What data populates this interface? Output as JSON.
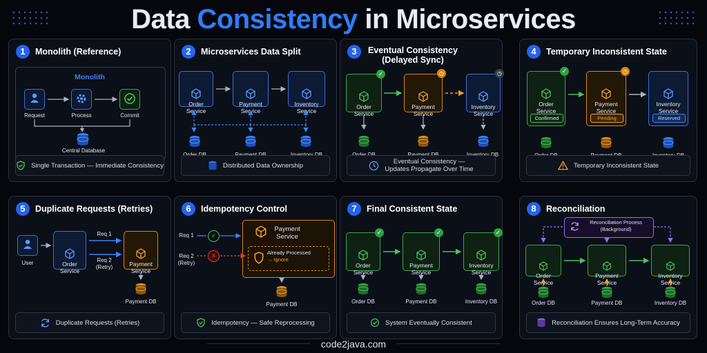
{
  "title": {
    "part1": "Data ",
    "highlight": "Consistency",
    "part2": " in Microservices"
  },
  "footer": "code2java.com",
  "colors": {
    "accent": "#2f7df6",
    "blue": "#3b6fd6",
    "green": "#3aa64a",
    "orange": "#d9860f",
    "red": "#e03a3a",
    "purple": "#9b6bf0"
  },
  "panels": [
    {
      "num": "1",
      "title": "Monolith (Reference)",
      "inner_title": "Monolith",
      "nodes": [
        "Request",
        "Process",
        "Commit"
      ],
      "db": "Central Database",
      "footer": "Single Transaction — Immediate Consistency"
    },
    {
      "num": "2",
      "title": "Microservices Data Split",
      "services": [
        "Order\nService",
        "Payment\nService",
        "Inventory\nService"
      ],
      "dbs": [
        "Order DB",
        "Payment DB",
        "Inventory DB"
      ],
      "footer": "Distributed Data Ownership"
    },
    {
      "num": "3",
      "title_line1": "Eventual Consistency",
      "title_line2": "(Delayed Sync)",
      "services": [
        "Order\nService",
        "Payment\nService",
        "Inventory\nService"
      ],
      "dbs": [
        "Order DB",
        "Payment DB",
        "Inventory DB"
      ],
      "footer_line1": "Eventual Consistency —",
      "footer_line2": "Updates Propagate Over Time"
    },
    {
      "num": "4",
      "title": "Temporary Inconsistent State",
      "services": [
        "Order\nService",
        "Payment\nService",
        "Inventory\nService"
      ],
      "states": [
        "Confirmed",
        "Pending",
        "Reserved"
      ],
      "dbs": [
        "Order DB",
        "Payment DB",
        "Inventory DB"
      ],
      "footer": "Temporary Inconsistent State"
    },
    {
      "num": "5",
      "title": "Duplicate Requests (Retries)",
      "user": "User",
      "order": "Order\nService",
      "req1": "Req 1",
      "req2_line1": "Req 2",
      "req2_line2": "(Retry)",
      "payment": "Payment\nService",
      "db": "Payment DB",
      "footer": "Duplicate Requests (Retries)"
    },
    {
      "num": "6",
      "title": "Idempotency Control",
      "req1": "Req 1",
      "req2_line1": "Req 2",
      "req2_line2": "(Retry)",
      "payment": "Payment\nService",
      "processed_line1": "Already Processed",
      "processed_line2": "→ Ignore",
      "db": "Payment DB",
      "footer": "Idempotency — Safe Reprocessing"
    },
    {
      "num": "7",
      "title": "Final Consistent State",
      "services": [
        "Order\nService",
        "Payment\nService",
        "Inventory\nService"
      ],
      "dbs": [
        "Order DB",
        "Payment DB",
        "Inventory DB"
      ],
      "footer": "System Eventually Consistent"
    },
    {
      "num": "8",
      "title": "Reconciliation",
      "process_line1": "Reconciliation Process",
      "process_line2": "(Background)",
      "services": [
        "Order\nService",
        "Payment\nService",
        "Inventory\nService"
      ],
      "dbs": [
        "Order DB",
        "Payment DB",
        "Inventory DB"
      ],
      "footer": "Reconciliation Ensures Long-Term Accuracy"
    }
  ]
}
